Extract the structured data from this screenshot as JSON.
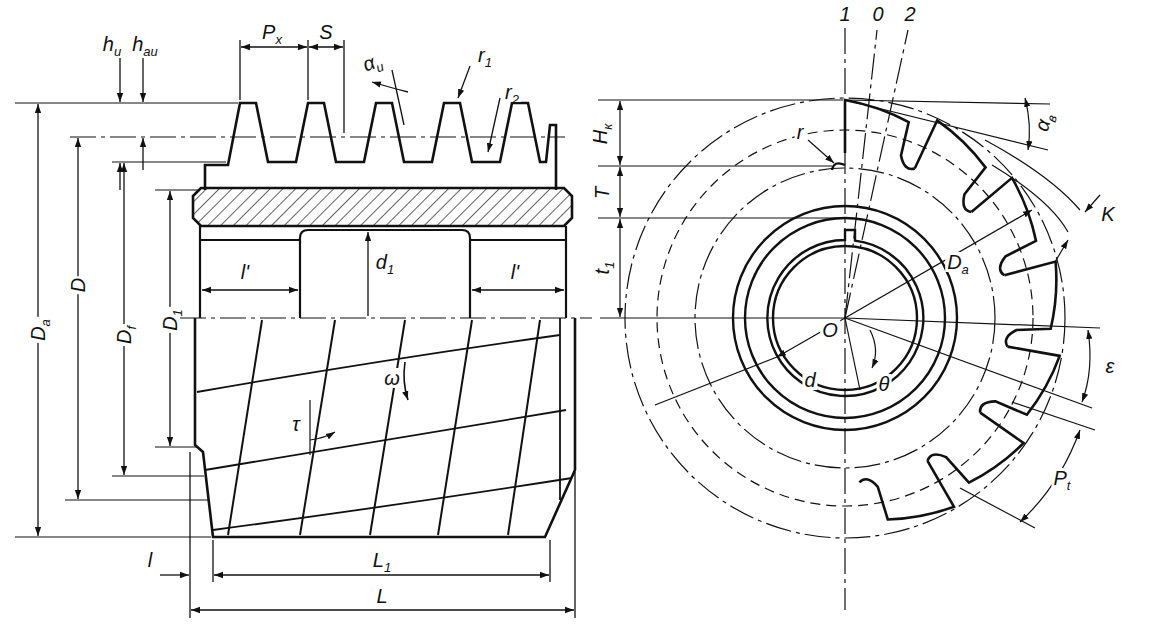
{
  "diagram": {
    "labels": [
      "hu",
      "hau",
      "Px",
      "S",
      "αu",
      "r1",
      "r2",
      "Da",
      "D",
      "Df",
      "D1",
      "l'",
      "d1",
      "l'",
      "ω",
      "τ",
      "l",
      "L1",
      "L",
      "1",
      "0",
      "2",
      "Hк",
      "T",
      "t1",
      "r",
      "αв",
      "K",
      "Da",
      "O",
      "d",
      "θ",
      "ε",
      "Pt"
    ]
  }
}
